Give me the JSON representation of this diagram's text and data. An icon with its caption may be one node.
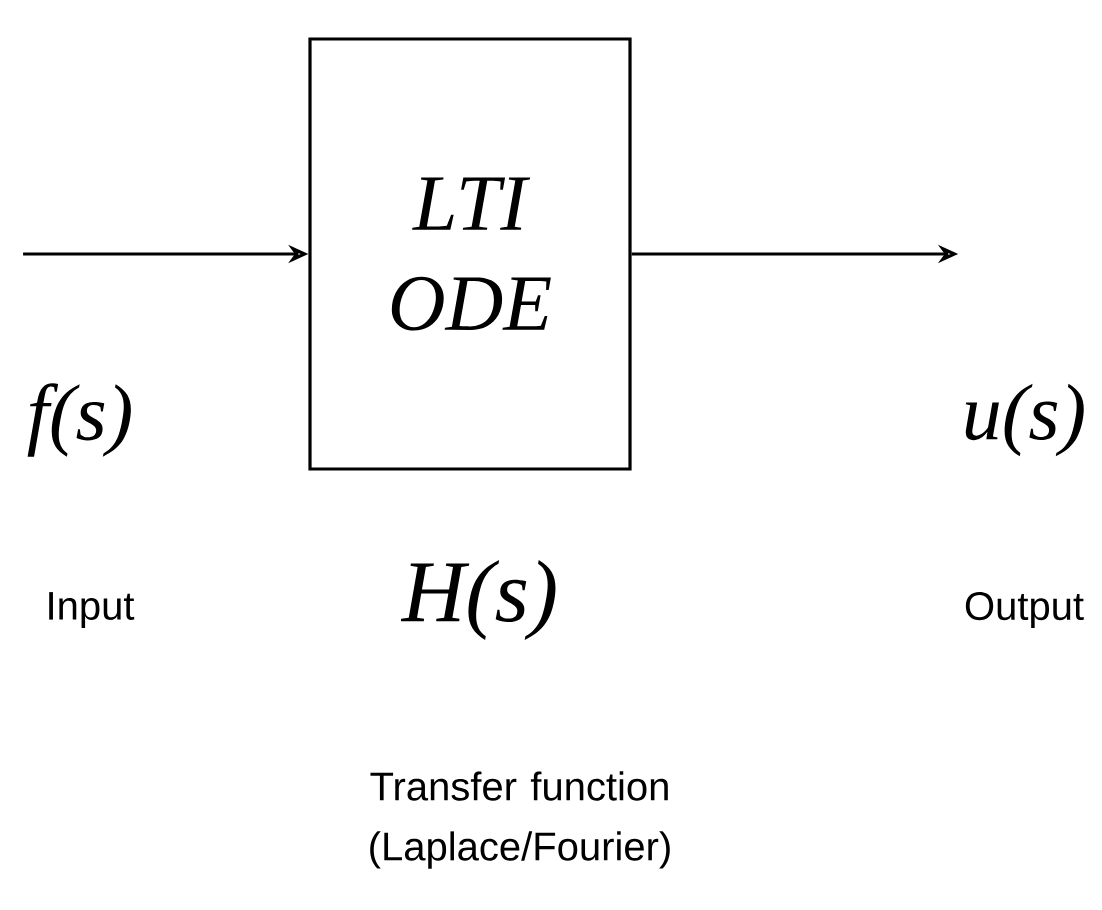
{
  "diagram": {
    "nodes": [
      {
        "text": [
          "LTI ODE"
        ],
        "beside": [
          "H(s)"
        ]
      },
      {
        "text": [
          "f(s)"
        ]
      },
      {
        "text": [
          "u(s)"
        ]
      }
    ],
    "edges": [
      {
        "from": 1,
        "to": 0,
        "arrow": "to"
      },
      {
        "from": 0,
        "to": 2,
        "arrow": "to"
      }
    ],
    "labels": [
      "Input",
      "Output",
      "Transfer function (Laplace/Fourier)"
    ]
  }
}
